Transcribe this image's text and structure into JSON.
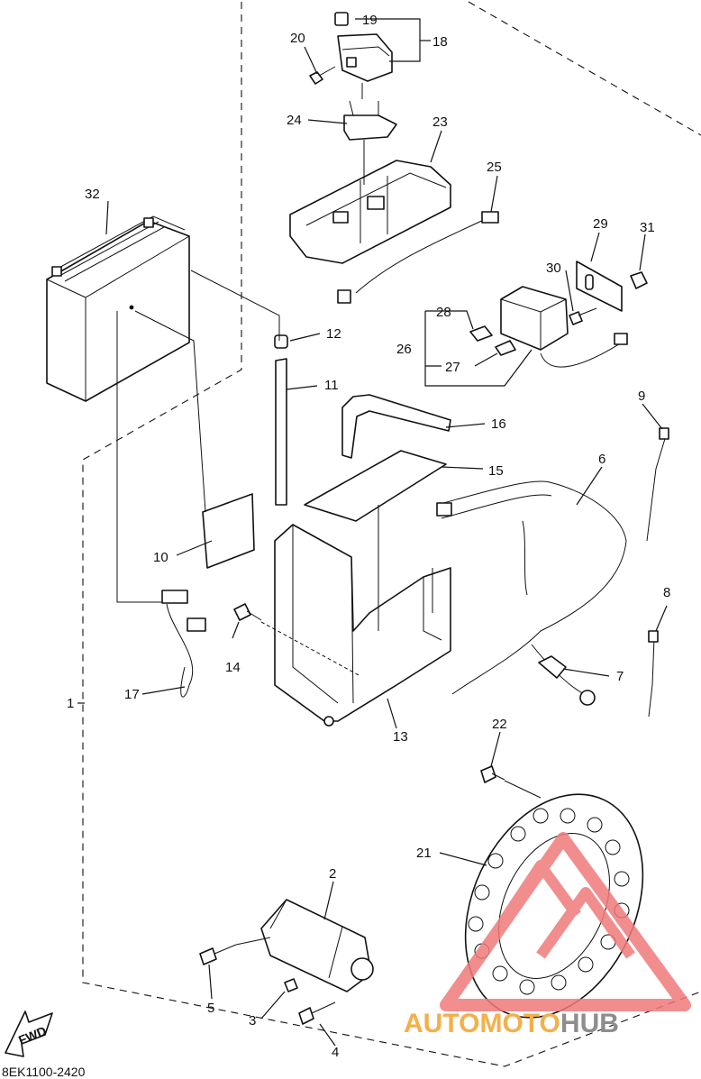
{
  "diagram": {
    "labels": {
      "c1": "1",
      "c2": "2",
      "c3": "3",
      "c4": "4",
      "c5": "5",
      "c6": "6",
      "c7": "7",
      "c8": "8",
      "c9": "9",
      "c10": "10",
      "c11": "11",
      "c12": "12",
      "c13": "13",
      "c14": "14",
      "c15": "15",
      "c16": "16",
      "c17": "17",
      "c18": "18",
      "c19": "19",
      "c20": "20",
      "c21": "21",
      "c22": "22",
      "c23": "23",
      "c24": "24",
      "c25": "25",
      "c26": "26",
      "c27": "27",
      "c28": "28",
      "c29": "29",
      "c30": "30",
      "c31": "31",
      "c32": "32"
    },
    "fwd_label": "FWD",
    "drawing_code": "8EK1100-2420"
  },
  "watermark": {
    "text_part1": "AUTO",
    "text_part2": "MOTO",
    "text_part3": "HUB",
    "colors": {
      "triangle": "#f07a7a",
      "text_orange": "#f3b04a",
      "text_gray": "#8d8d8d"
    }
  }
}
